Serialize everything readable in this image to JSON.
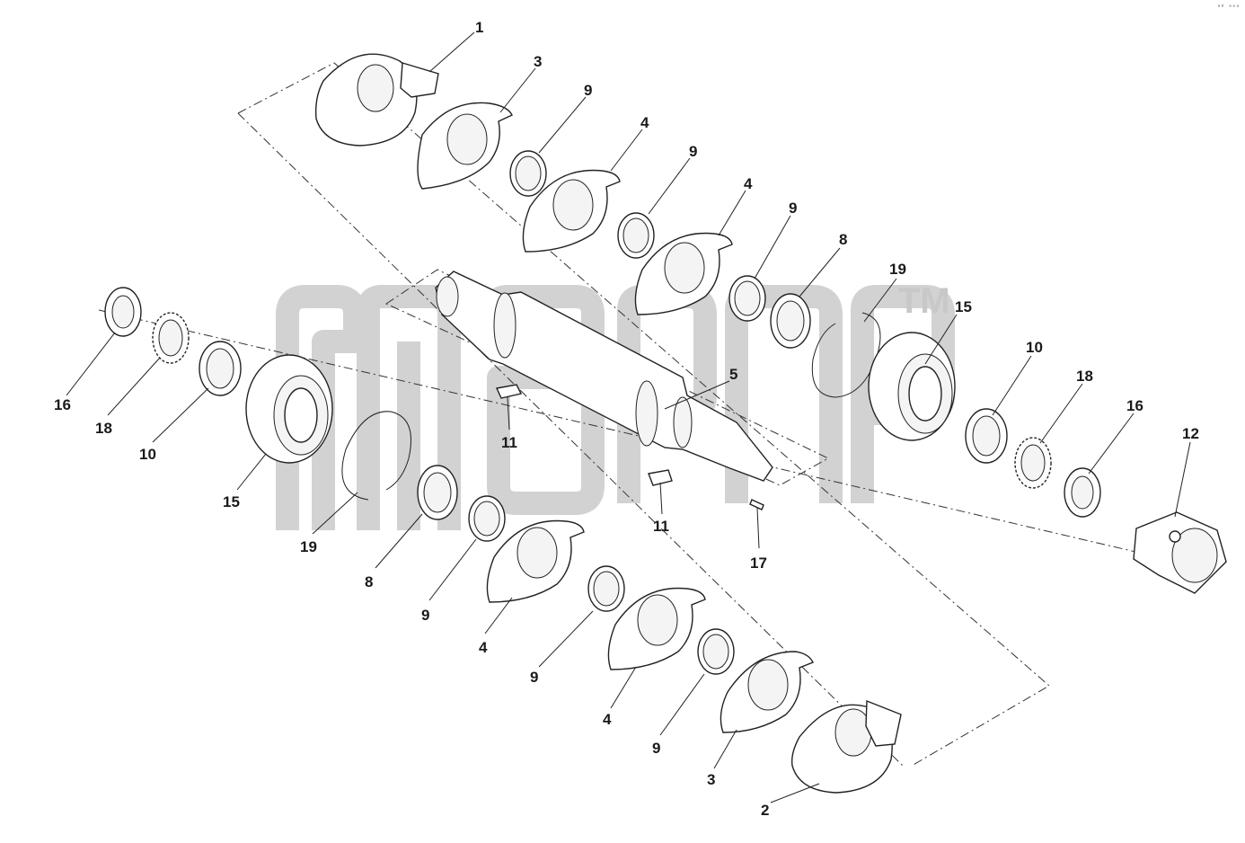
{
  "watermark": {
    "trademark": "TM",
    "color": "#c8c8c8"
  },
  "corner_ref": "ᵃ⁰ ᵃᵃᵃ",
  "callouts": [
    {
      "id": "c1",
      "label": "1"
    },
    {
      "id": "c3a",
      "label": "3"
    },
    {
      "id": "c9a",
      "label": "9"
    },
    {
      "id": "c4a",
      "label": "4"
    },
    {
      "id": "c9b",
      "label": "9"
    },
    {
      "id": "c4b",
      "label": "4"
    },
    {
      "id": "c9c",
      "label": "9"
    },
    {
      "id": "c8a",
      "label": "8"
    },
    {
      "id": "c19a",
      "label": "19"
    },
    {
      "id": "c15a",
      "label": "15"
    },
    {
      "id": "c10a",
      "label": "10"
    },
    {
      "id": "c18a",
      "label": "18"
    },
    {
      "id": "c16a",
      "label": "16"
    },
    {
      "id": "c12",
      "label": "12"
    },
    {
      "id": "c5",
      "label": "5"
    },
    {
      "id": "c11a",
      "label": "11"
    },
    {
      "id": "c11b",
      "label": "11"
    },
    {
      "id": "c17",
      "label": "17"
    },
    {
      "id": "c16b",
      "label": "16"
    },
    {
      "id": "c18b",
      "label": "18"
    },
    {
      "id": "c10b",
      "label": "10"
    },
    {
      "id": "c15b",
      "label": "15"
    },
    {
      "id": "c19b",
      "label": "19"
    },
    {
      "id": "c8b",
      "label": "8"
    },
    {
      "id": "c9d",
      "label": "9"
    },
    {
      "id": "c4c",
      "label": "4"
    },
    {
      "id": "c9e",
      "label": "9"
    },
    {
      "id": "c4d",
      "label": "4"
    },
    {
      "id": "c9f",
      "label": "9"
    },
    {
      "id": "c3b",
      "label": "3"
    },
    {
      "id": "c2",
      "label": "2"
    }
  ]
}
